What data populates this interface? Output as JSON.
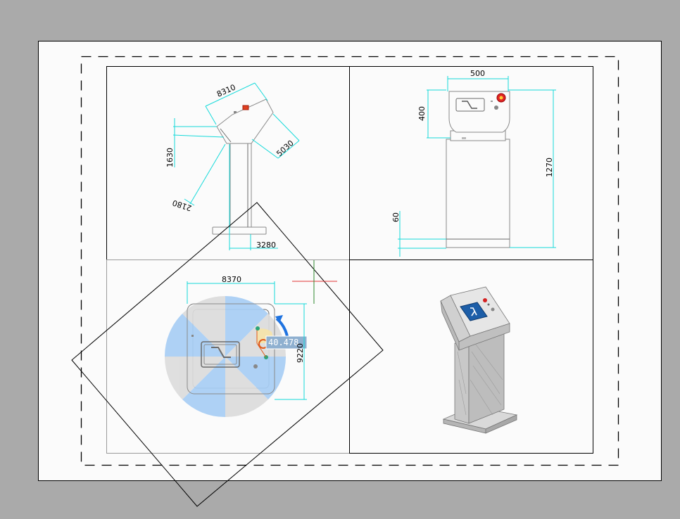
{
  "canvas": {
    "background": "#aaaaaa",
    "sheet": "#fbfbfb"
  },
  "views": {
    "side": {
      "dim_top": "8310",
      "dim_left": "1630",
      "dim_right": "5030",
      "dim_diag": "2180",
      "dim_base": "3280"
    },
    "front": {
      "dim_width": "500",
      "dim_head": "400",
      "dim_total": "1270",
      "dim_base": "60"
    },
    "top": {
      "dim_width": "8370",
      "dim_height": "9220"
    },
    "iso": {}
  },
  "rotate_tool": {
    "angle_value": "40.478",
    "colors": {
      "blue": "#a8cef5",
      "grey": "#dcdcdc",
      "yellow": "#f6e3a8",
      "arrow": "#1f73e0",
      "grip": "#2aa57a"
    }
  },
  "colors": {
    "dimension": "#16dada",
    "cursor": "#e03535",
    "accent_red": "#d42020",
    "logo_blue": "#1d5ea8"
  }
}
